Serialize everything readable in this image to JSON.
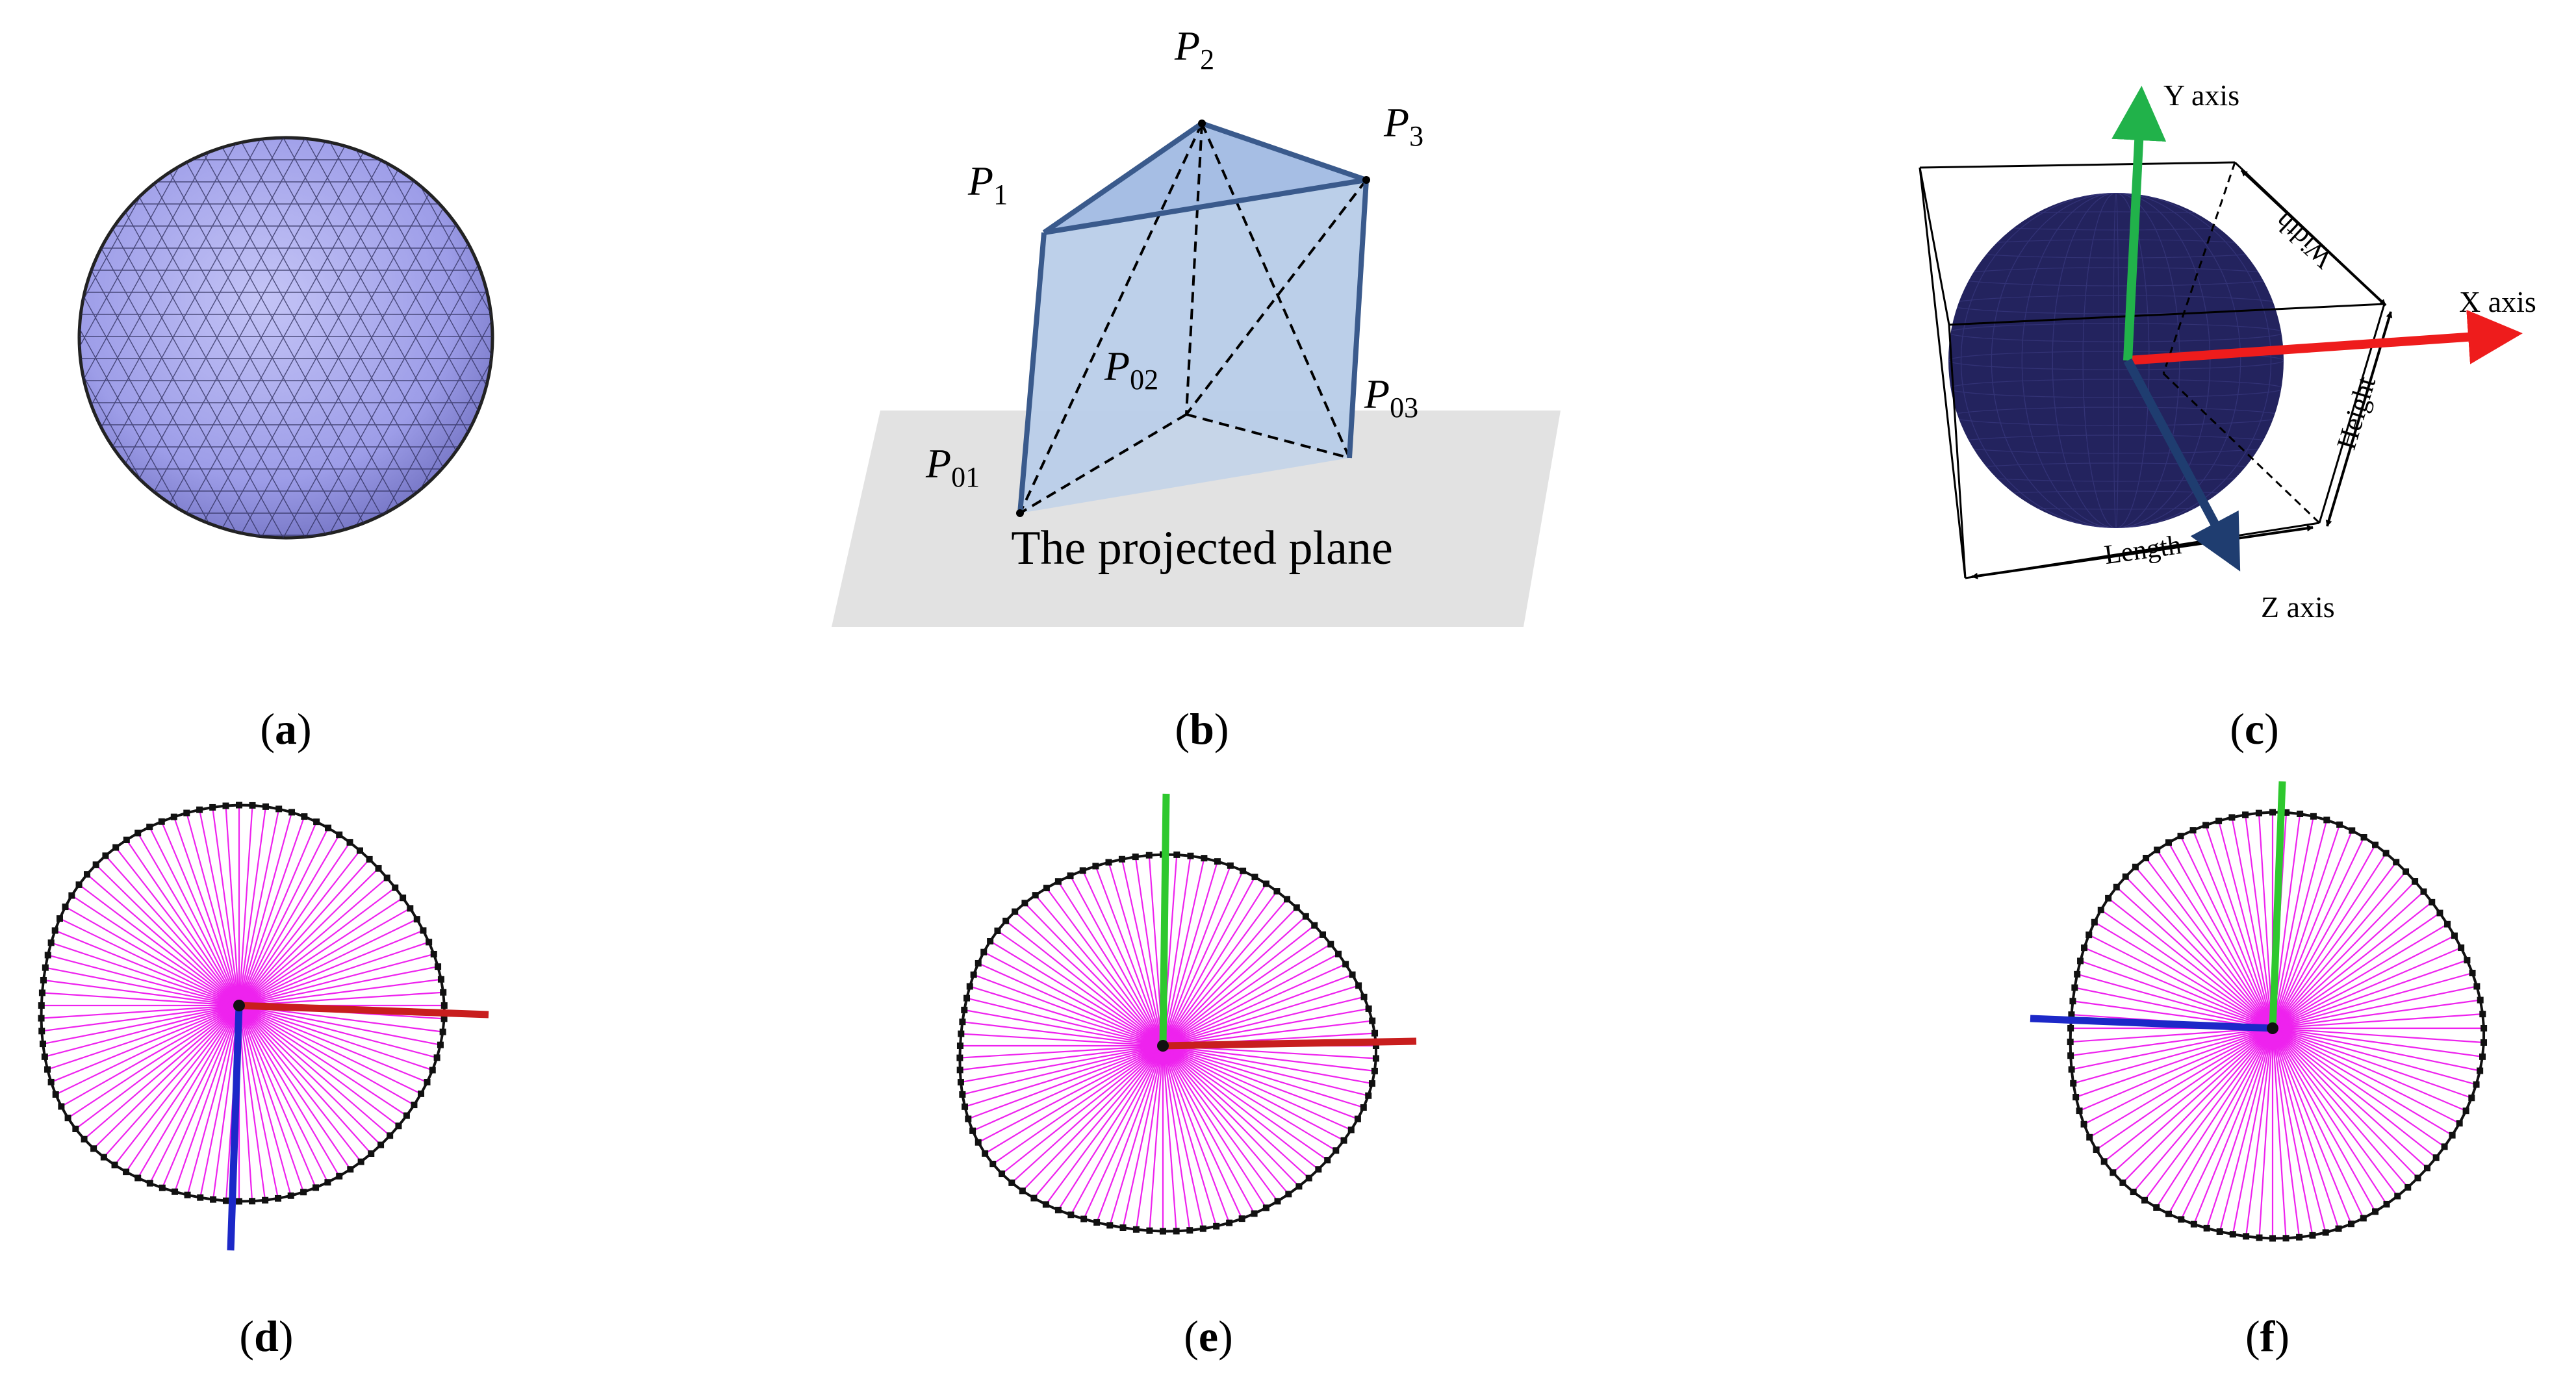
{
  "panels": {
    "a": {
      "caption": "a"
    },
    "b": {
      "caption": "b",
      "vertices": [
        {
          "main": "P",
          "sub": "1"
        },
        {
          "main": "P",
          "sub": "2"
        },
        {
          "main": "P",
          "sub": "3"
        },
        {
          "main": "P",
          "sub": "01"
        },
        {
          "main": "P",
          "sub": "02"
        },
        {
          "main": "P",
          "sub": "03"
        }
      ],
      "plane_label": "The projected plane"
    },
    "c": {
      "caption": "c",
      "axes": {
        "x": "X axis",
        "y": "Y axis",
        "z": "Z axis"
      },
      "dimensions": {
        "width": "Width",
        "height": "Height",
        "length": "Length"
      }
    },
    "d": {
      "caption": "d"
    },
    "e": {
      "caption": "e"
    },
    "f": {
      "caption": "f"
    }
  },
  "colors": {
    "mesh_fill": "#a9a9ee",
    "mesh_line": "#2a2a55",
    "prism_fill": "#b4c8e6",
    "prism_edge": "#3a5a8c",
    "plane": "#e2e2e2",
    "sphere_dark": "#23235e",
    "x_axis": "#ee1c1c",
    "y_axis": "#21b24a",
    "z_axis": "#1f3d70",
    "ray": "#ee22ee",
    "contour": "#111111",
    "axis_red_dark": "#c81e1e",
    "axis_blue": "#1c28c8",
    "axis_green": "#2ec82e"
  }
}
